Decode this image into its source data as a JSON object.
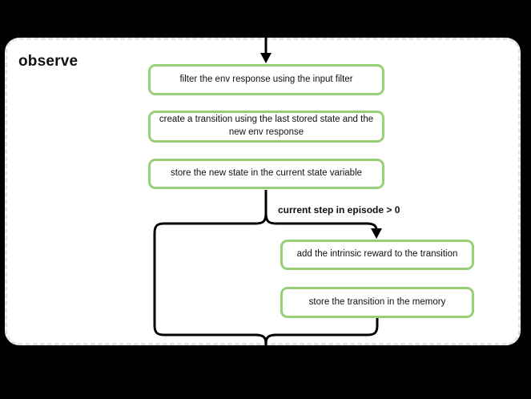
{
  "diagram": {
    "title": "observe",
    "nodes": [
      {
        "id": "filter",
        "label": "filter the env response using the input filter"
      },
      {
        "id": "create-transition",
        "label": "create a transition using the last stored state and the new env response"
      },
      {
        "id": "store-state",
        "label": "store the new state in the current state variable"
      },
      {
        "id": "add-reward",
        "label": "add the intrinsic reward to the transition"
      },
      {
        "id": "store-transition",
        "label": "store the transition in the memory"
      }
    ],
    "condition_label": "current step in episode > 0",
    "colors": {
      "page_background": "#000000",
      "container_background": "#ffffff",
      "container_border": "#e4e4e4",
      "node_border": "#97d077",
      "edge": "#000000",
      "text": "#111111"
    }
  }
}
